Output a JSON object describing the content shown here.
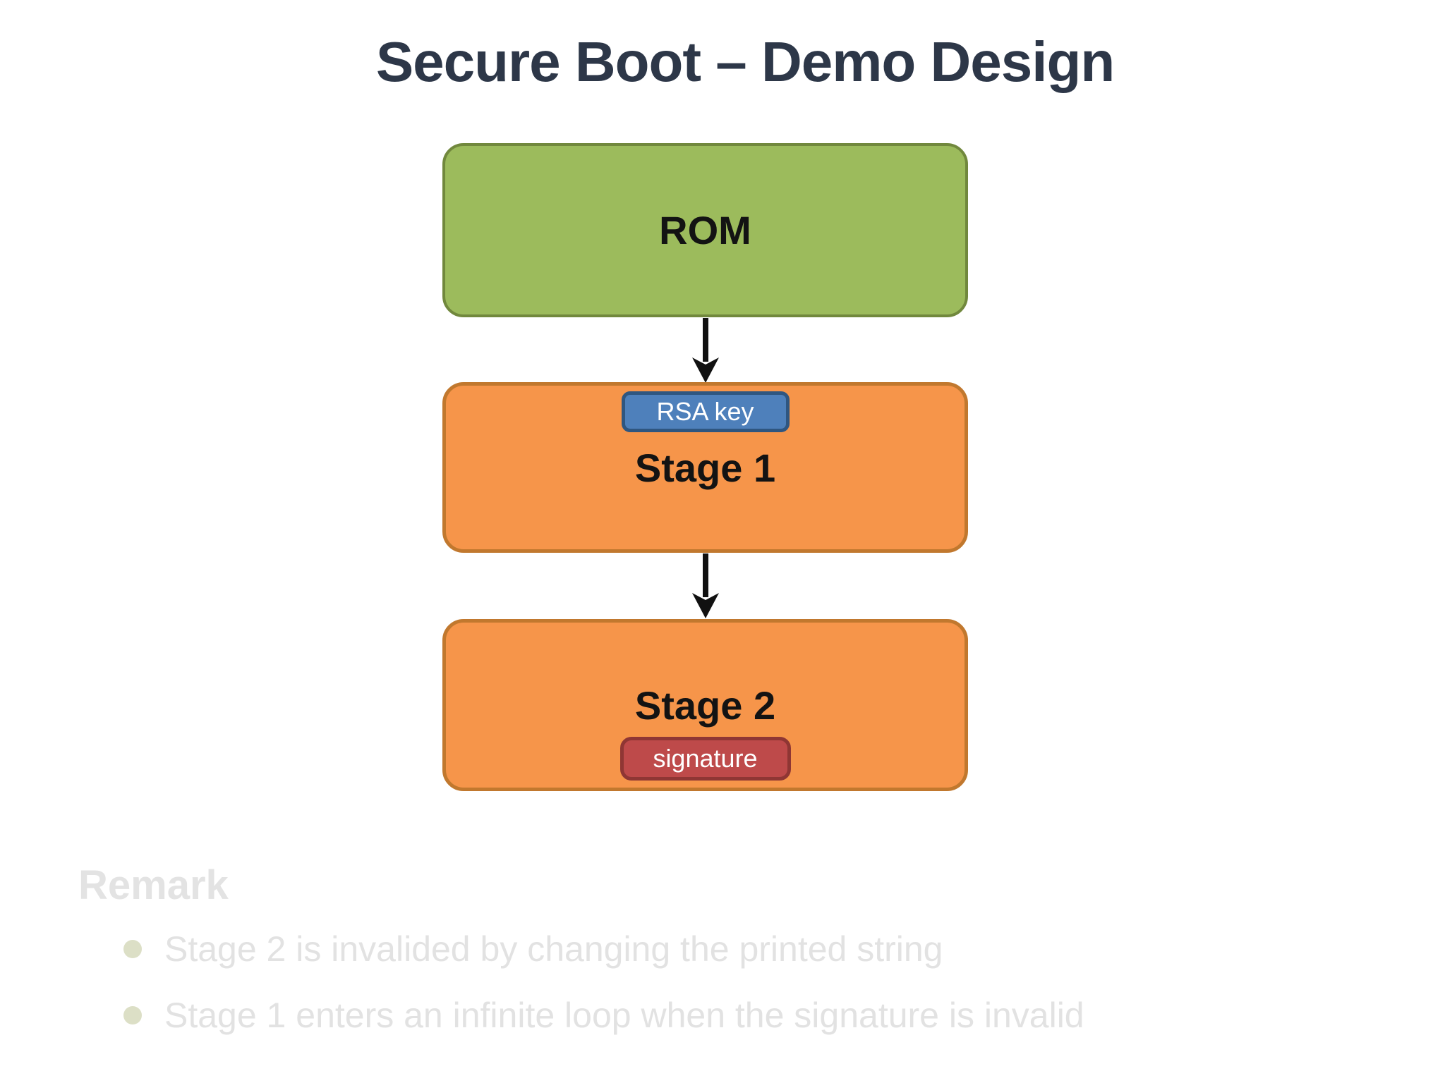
{
  "title": {
    "text": "Secure Boot – Demo Design",
    "color": "#2d3748"
  },
  "diagram": {
    "arrow_color": "#111111",
    "nodes": [
      {
        "id": "rom",
        "label": "ROM",
        "fill": "#9cbb5c",
        "border": "#71883d"
      },
      {
        "id": "stage1",
        "label": "Stage 1",
        "fill": "#f6954a",
        "border": "#c1782e",
        "badge": {
          "label": "RSA key",
          "fill": "#4e80bb",
          "border": "#2f5680",
          "text_color": "#ffffff",
          "position": "top"
        }
      },
      {
        "id": "stage2",
        "label": "Stage 2",
        "fill": "#f6954a",
        "border": "#c1782e",
        "badge": {
          "label": "signature",
          "fill": "#be4a4a",
          "border": "#8f3634",
          "text_color": "#ffffff",
          "position": "bottom"
        }
      }
    ]
  },
  "remark": {
    "heading": "Remark",
    "heading_color": "#e3e3e3",
    "text_color": "#e2e2e2",
    "bullet_dot_color": "#dcdfc6",
    "bullets": [
      "Stage 2 is invalided by changing the printed string",
      "Stage 1 enters an infinite loop when the signature is invalid"
    ]
  }
}
